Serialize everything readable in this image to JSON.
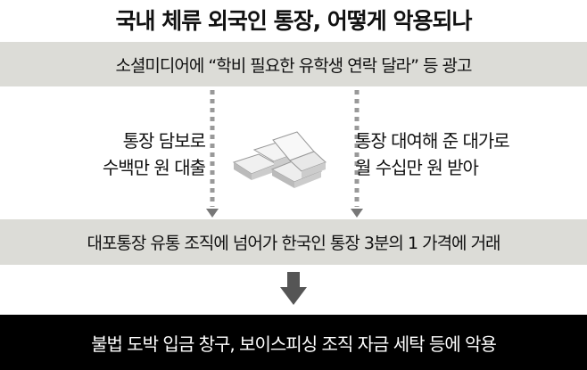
{
  "title": "국내 체류 외국인 통장, 어떻게 악용되나",
  "step1": "소셜미디어에 “학비 필요한 유학생 연락 달라” 등 광고",
  "left_text": [
    "통장 담보로",
    "수백만 원 대출"
  ],
  "right_text": [
    "통장 대여해 준 대가로",
    "월 수십만 원 받아"
  ],
  "step2": "대포통장 유통 조직에 넘어가 한국인 통장 3분의 1 가격에 거래",
  "step3": "불법 도박 입금 창구, 보이스피싱 조직 자금 세탁 등에 악용",
  "colors": {
    "band": "#dcdcd7",
    "arrow": "#555555",
    "dotted": "#999999",
    "final": "#000000"
  }
}
